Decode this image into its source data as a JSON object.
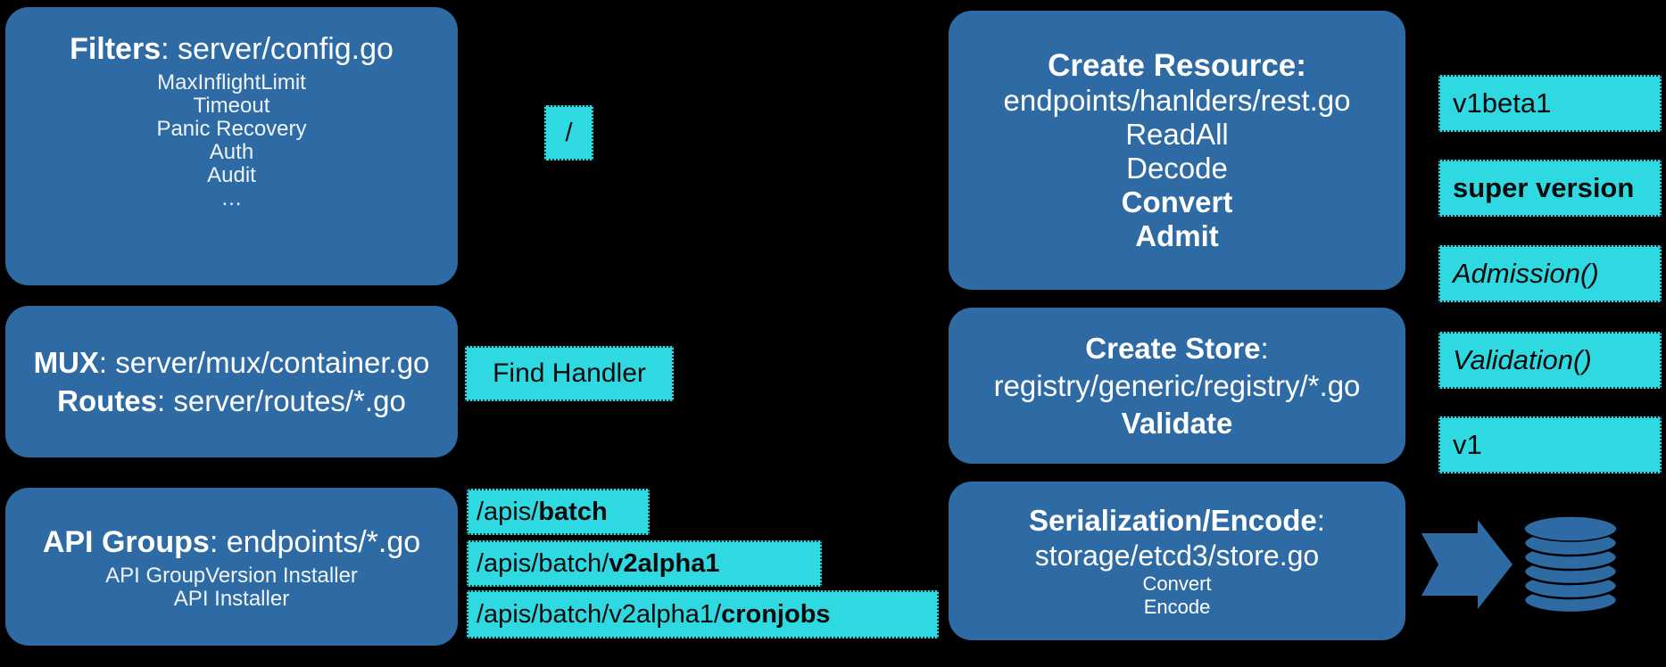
{
  "colors": {
    "background": "#000000",
    "box_blue": "#2e6ba4",
    "label_cyan": "#2fd9e2",
    "box_text": "#ffffff",
    "label_text": "#0a0a0a"
  },
  "left_column": {
    "filters_box": {
      "title_bold": "Filters",
      "title_rest": ": server/config.go",
      "items": [
        "MaxInflightLimit",
        "Timeout",
        "Panic Recovery",
        "Auth",
        "Audit",
        "…"
      ]
    },
    "mux_box": {
      "line1_bold": "MUX",
      "line1_rest": ": server/mux/container.go",
      "line2_bold": "Routes",
      "line2_rest": ": server/routes/*.go"
    },
    "api_groups_box": {
      "title_bold": "API Groups",
      "title_rest": ": endpoints/*.go",
      "items": [
        "API GroupVersion Installer",
        "API Installer"
      ]
    }
  },
  "path_labels": {
    "root": "/",
    "find_handler": "Find Handler",
    "apis": [
      {
        "prefix": "/apis/",
        "bold": "batch"
      },
      {
        "prefix": "/apis/batch/",
        "bold": "v2alpha1"
      },
      {
        "prefix": "/apis/batch/v2alpha1/",
        "bold": "cronjobs"
      }
    ]
  },
  "right_column": {
    "create_resource_box": {
      "title": "Create Resource:",
      "file": "endpoints/hanlders/rest.go",
      "steps": [
        {
          "label": "ReadAll",
          "bold": false
        },
        {
          "label": "Decode",
          "bold": false
        },
        {
          "label": "Convert",
          "bold": true
        },
        {
          "label": "Admit",
          "bold": true
        }
      ]
    },
    "create_store_box": {
      "title_bold": "Create Store",
      "title_rest": ":",
      "file": "registry/generic/registry/*.go",
      "step_bold": "Validate"
    },
    "serialization_box": {
      "title_bold": "Serialization/Encode",
      "title_rest": ":",
      "file": "storage/etcd3/store.go",
      "steps": [
        "Convert",
        "Encode"
      ]
    }
  },
  "version_labels": [
    {
      "text": "v1beta1",
      "style": "regular"
    },
    {
      "text": "super version",
      "style": "bold"
    },
    {
      "text": "Admission()",
      "style": "italic"
    },
    {
      "text": "Validation()",
      "style": "italic"
    },
    {
      "text": "v1",
      "style": "regular"
    }
  ],
  "icons": {
    "flow_arrow": "right-block-arrow",
    "database": "database-cylinder-stack"
  }
}
